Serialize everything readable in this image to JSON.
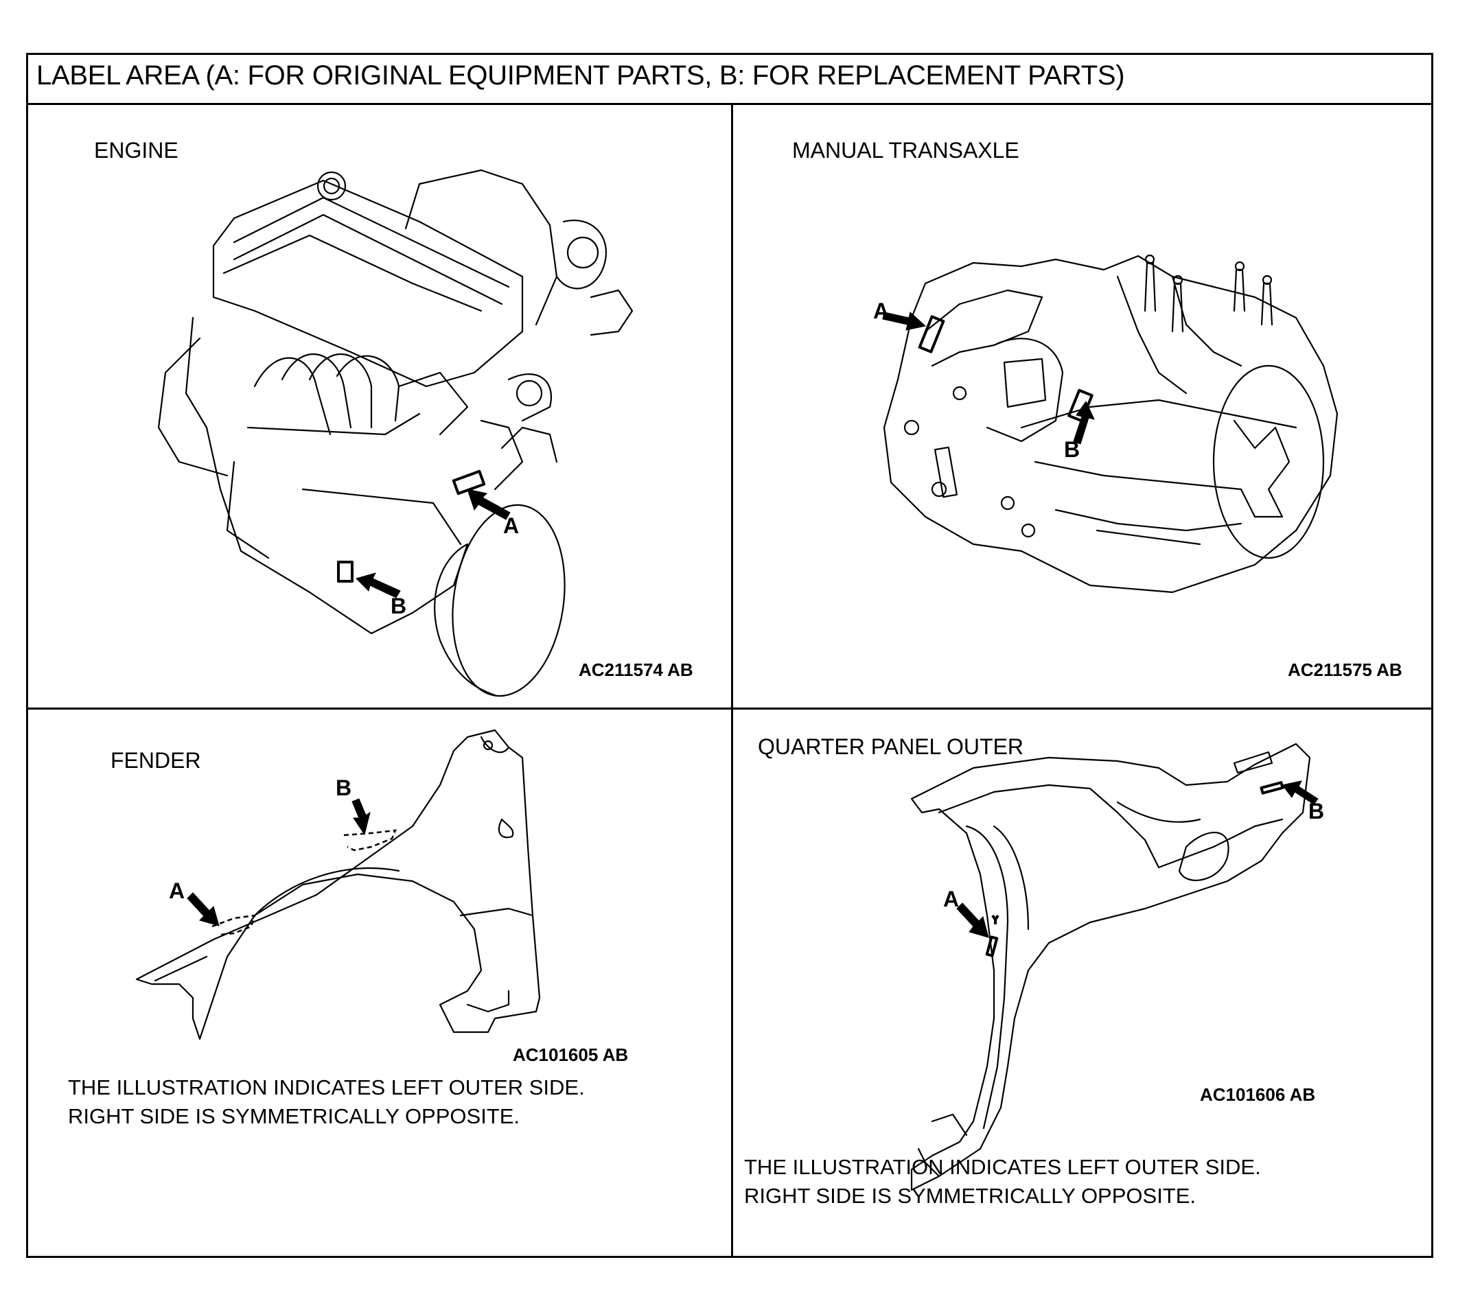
{
  "header": {
    "title": "LABEL AREA (A: FOR ORIGINAL EQUIPMENT PARTS, B: FOR REPLACEMENT PARTS)"
  },
  "panels": {
    "engine": {
      "title": "ENGINE",
      "code": "AC211574 AB",
      "label_a": "A",
      "label_b": "B"
    },
    "transaxle": {
      "title": "MANUAL TRANSAXLE",
      "code": "AC211575 AB",
      "label_a": "A",
      "label_b": "B"
    },
    "fender": {
      "title": "FENDER",
      "code": "AC101605 AB",
      "label_a": "A",
      "label_b": "B",
      "note_line1": "THE ILLUSTRATION INDICATES LEFT OUTER SIDE.",
      "note_line2": "RIGHT SIDE IS SYMMETRICALLY OPPOSITE."
    },
    "quarter": {
      "title": "QUARTER PANEL OUTER",
      "code": "AC101606 AB",
      "label_a": "A",
      "label_b": "B",
      "note_line1": "THE ILLUSTRATION INDICATES LEFT OUTER SIDE.",
      "note_line2": "RIGHT SIDE IS SYMMETRICALLY OPPOSITE."
    }
  }
}
